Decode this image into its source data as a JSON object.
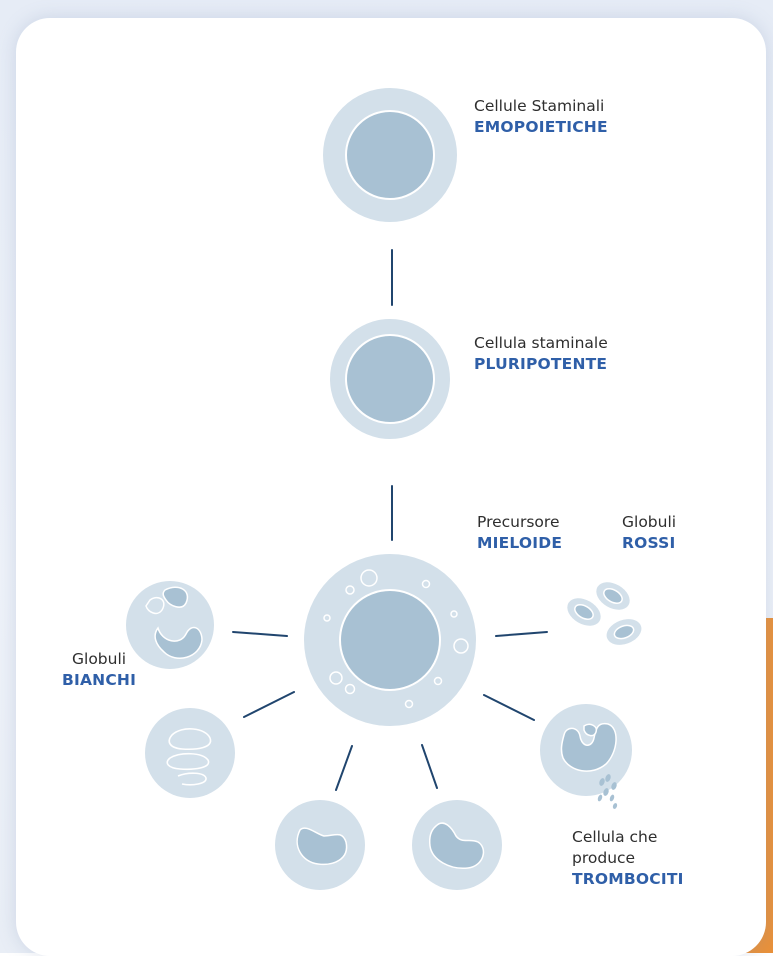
{
  "colors": {
    "accent_text": "#2f5fa8",
    "line": "#20456e",
    "outer_cell": "#d3e0ea",
    "inner_cell": "#a8c1d3",
    "orange": "#e9913a"
  },
  "labels": {
    "hsc": {
      "line1": "Cellule Staminali",
      "accent": "EMOPOIETICHE"
    },
    "pluripotent": {
      "line1": "Cellula staminale",
      "accent": "PLURIPOTENTE"
    },
    "myeloid": {
      "line1": "Precursore",
      "accent": "MIELOIDE"
    },
    "red_cells": {
      "line1": "Globuli",
      "accent": "ROSSI"
    },
    "white_cells": {
      "line1": "Globuli",
      "accent": "BIANCHI"
    },
    "megakaryocyte": {
      "line1": "Cellula che",
      "line2": "produce",
      "accent": "TROMBOCITI"
    }
  }
}
